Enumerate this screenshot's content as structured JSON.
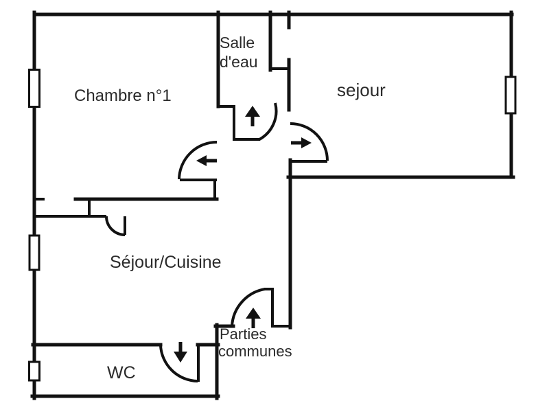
{
  "diagram": {
    "type": "floor-plan",
    "background_color": "#ffffff",
    "line_color": "#121212",
    "text_color": "#2b2b2b"
  },
  "rooms": {
    "chambre": {
      "label": "Chambre n°1"
    },
    "salle_deau": {
      "label_line1": "Salle",
      "label_line2": "d'eau"
    },
    "sejour": {
      "label": "sejour"
    },
    "sejour_cuisine": {
      "label": "Séjour/Cuisine"
    },
    "parties_communes": {
      "label_line1": "Parties",
      "label_line2": "communes"
    },
    "wc": {
      "label": "WC"
    }
  }
}
